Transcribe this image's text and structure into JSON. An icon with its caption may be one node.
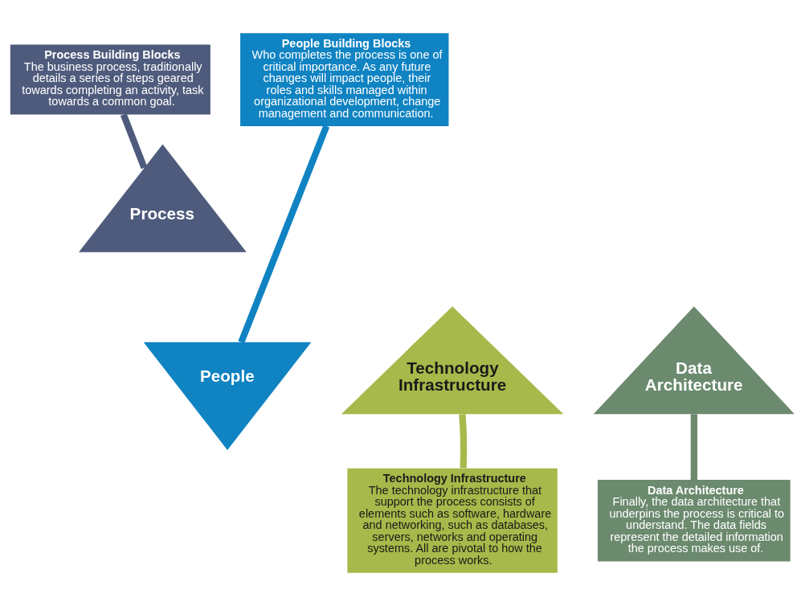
{
  "diagram": {
    "nodes": [
      {
        "text": [
          "Process Building Blocks",
          "The business process, traditionally details a series of steps geared towards completing an activity, task towards a common goal."
        ]
      },
      {
        "text": [
          "Process"
        ]
      },
      {
        "text": [
          "People Building Blocks",
          "Who completes the process is one of critical importance. As any future changes will impact people, their roles and skills managed within organizational development, change management and communication."
        ]
      },
      {
        "text": [
          "People"
        ]
      },
      {
        "text": [
          "Technology Infrastructure"
        ]
      },
      {
        "text": [
          "Data Architecture"
        ]
      },
      {
        "text": [
          "Technology Infrastructure",
          "The technology infrastructure that support the process consists of elements such as software, hardware and networking, such as databases, servers, networks and operating systems. All are pivotal to how the process works."
        ]
      },
      {
        "text": [
          "Data Architecture",
          "Finally, the data architecture that underpins the process is critical to understand. The data fields represent the detailed information the process makes use of."
        ]
      }
    ],
    "edges": [
      {
        "from": 0,
        "to": 1,
        "arrow": "none",
        "color": "#4f5b7c"
      },
      {
        "from": 2,
        "to": 3,
        "arrow": "none",
        "color": "#1083c2"
      },
      {
        "from": 6,
        "to": 4,
        "arrow": "none",
        "color": "#a6b94a"
      },
      {
        "from": 7,
        "to": 5,
        "arrow": "none",
        "color": "#6b8a6e"
      }
    ]
  }
}
